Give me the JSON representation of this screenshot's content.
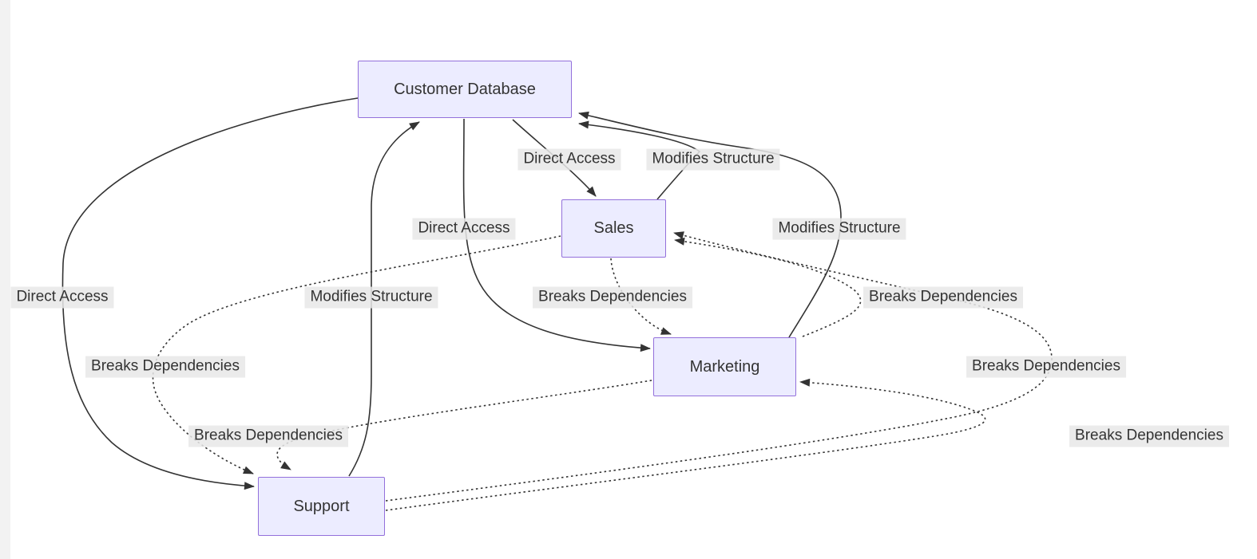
{
  "diagram": {
    "type": "flowchart",
    "nodes": [
      {
        "id": "customer-database",
        "label": "Customer Database"
      },
      {
        "id": "sales",
        "label": "Sales"
      },
      {
        "id": "marketing",
        "label": "Marketing"
      },
      {
        "id": "support",
        "label": "Support"
      }
    ],
    "edges": [
      {
        "from": "customer-database",
        "to": "sales",
        "label": "Direct Access",
        "style": "solid"
      },
      {
        "from": "sales",
        "to": "customer-database",
        "label": "Modifies Structure",
        "style": "solid"
      },
      {
        "from": "customer-database",
        "to": "marketing",
        "label": "Direct Access",
        "style": "solid"
      },
      {
        "from": "marketing",
        "to": "customer-database",
        "label": "Modifies Structure",
        "style": "solid"
      },
      {
        "from": "customer-database",
        "to": "support",
        "label": "Direct Access",
        "style": "solid"
      },
      {
        "from": "support",
        "to": "customer-database",
        "label": "Modifies Structure",
        "style": "solid"
      },
      {
        "from": "sales",
        "to": "marketing",
        "label": "Breaks Dependencies",
        "style": "dotted"
      },
      {
        "from": "marketing",
        "to": "sales",
        "label": "Breaks Dependencies",
        "style": "dotted"
      },
      {
        "from": "sales",
        "to": "support",
        "label": "Breaks Dependencies",
        "style": "dotted"
      },
      {
        "from": "support",
        "to": "sales",
        "label": "Breaks Dependencies",
        "style": "dotted"
      },
      {
        "from": "marketing",
        "to": "support",
        "label": "Breaks Dependencies",
        "style": "dotted"
      },
      {
        "from": "support",
        "to": "marketing",
        "label": "Breaks Dependencies",
        "style": "dotted"
      }
    ],
    "colors": {
      "node_fill": "#ECECFF",
      "node_border": "#9370DB",
      "edge_line": "#333333",
      "label_background": "#e8e8e8",
      "text": "#333333",
      "background": "#ffffff"
    }
  }
}
